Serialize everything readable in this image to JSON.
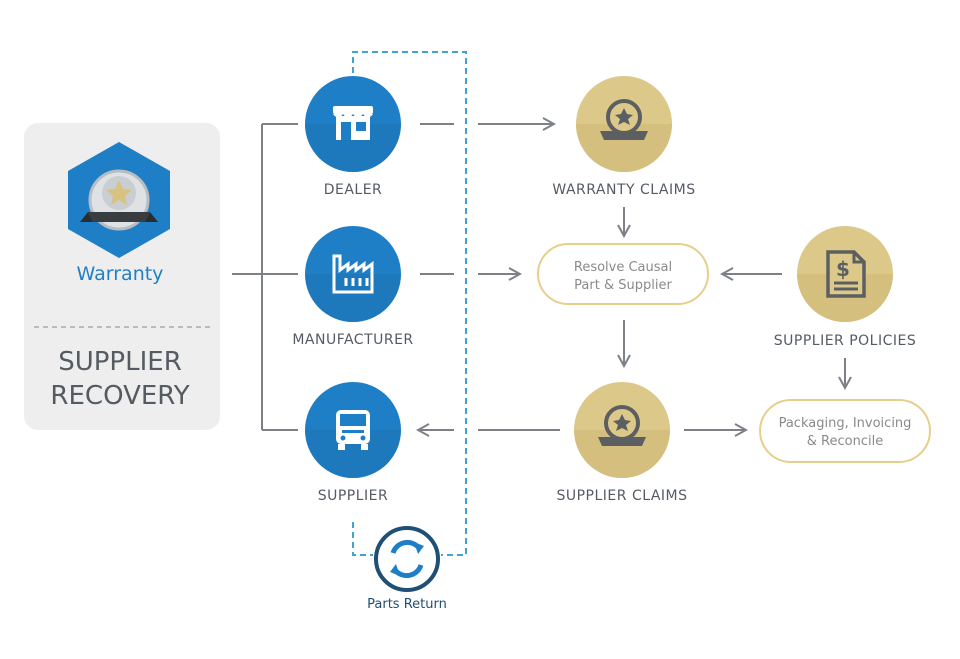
{
  "colors": {
    "blue": "#1f7fc6",
    "blue_dark": "#1b6ea8",
    "navy": "#1f4f74",
    "gold": "#dcc98a",
    "gold_dark": "#cdb776",
    "icon_gray": "#5c5f62",
    "line": "#7d8186",
    "dash": "#3fa3d4",
    "panel": "#eeeeee",
    "pill_border": "#e6cf8a"
  },
  "panel": {
    "title": "Warranty",
    "subtitle_line1": "SUPPLIER",
    "subtitle_line2": "RECOVERY"
  },
  "nodes": {
    "dealer": {
      "label": "DEALER",
      "icon": "store-icon"
    },
    "manufacturer": {
      "label": "MANUFACTURER",
      "icon": "factory-icon"
    },
    "supplier": {
      "label": "SUPPLIER",
      "icon": "truck-icon"
    },
    "warranty_claims": {
      "label": "WARRANTY CLAIMS",
      "icon": "award-badge-icon"
    },
    "supplier_policies": {
      "label": "SUPPLIER POLICIES",
      "icon": "document-dollar-icon"
    },
    "supplier_claims": {
      "label": "SUPPLIER CLAIMS",
      "icon": "award-badge-icon"
    },
    "parts_return": {
      "label": "Parts Return",
      "icon": "refresh-icon"
    }
  },
  "processes": {
    "resolve": {
      "line1": "Resolve Causal",
      "line2": "Part & Supplier"
    },
    "packaging": {
      "line1": "Packaging, Invoicing",
      "line2": "& Reconcile"
    }
  }
}
